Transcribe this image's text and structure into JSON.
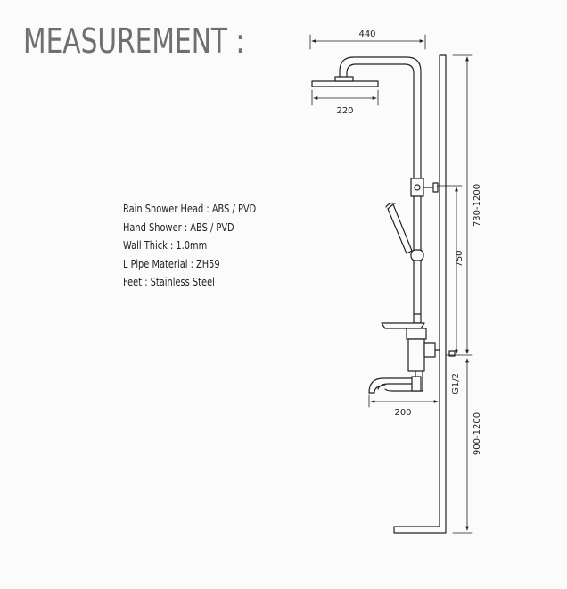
{
  "title": "MEASUREMENT :",
  "specs": [
    "Rain Shower Head : ABS / PVD",
    "Hand Shower : ABS / PVD",
    "Wall Thick : 1.0mm",
    "L Pipe Material : ZH59",
    "Feet : Stainless Steel"
  ],
  "dimensions": {
    "top_width": "440",
    "head_width": "220",
    "upper_height": "730-1200",
    "mid_height": "750",
    "connector": "G1/2",
    "spout_length": "200",
    "lower_height": "900-1200"
  }
}
